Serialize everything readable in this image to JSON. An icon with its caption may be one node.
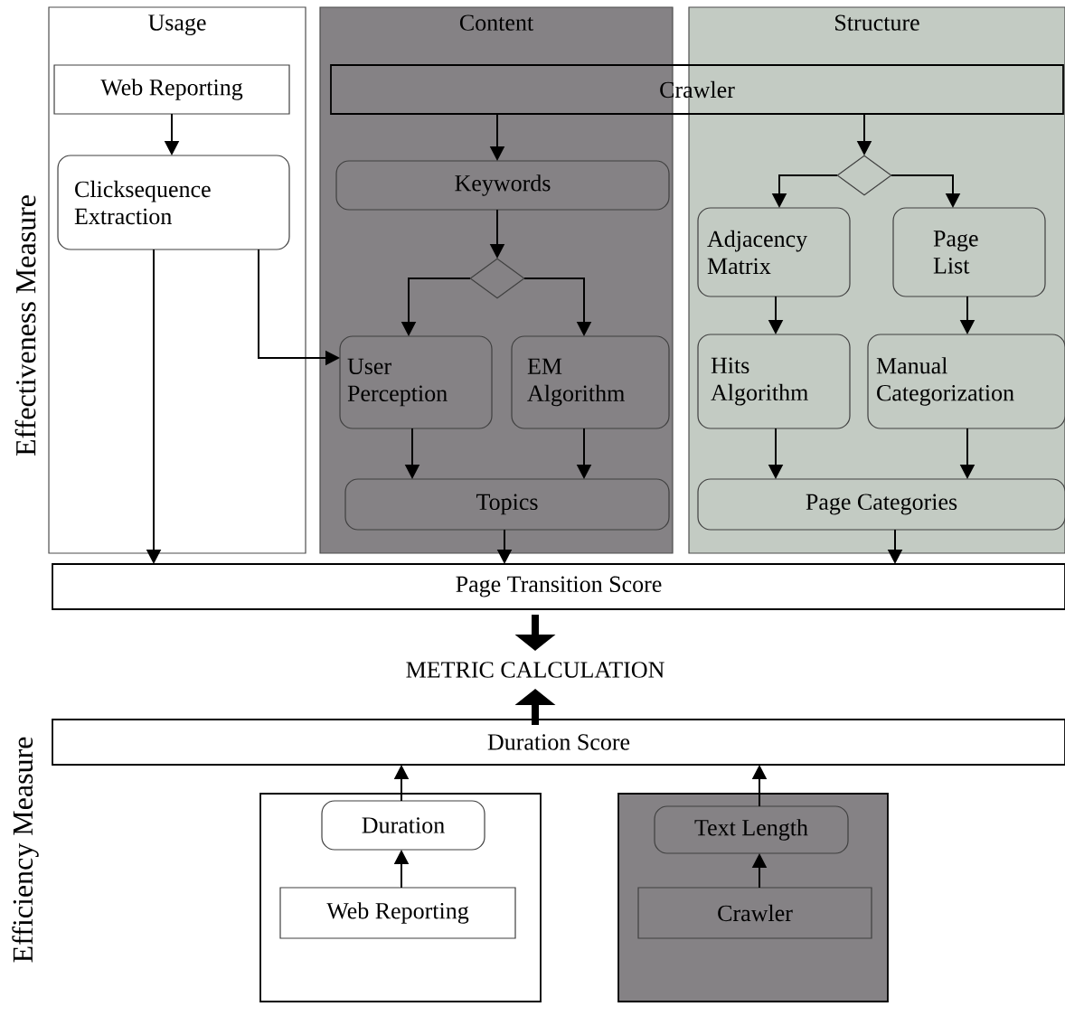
{
  "diagram": {
    "nodes": [
      {
        "text": [
          "Usage"
        ]
      },
      {
        "text": [
          "Content"
        ]
      },
      {
        "text": [
          "Structure"
        ]
      },
      {
        "text": [
          "Web Reporting"
        ],
        "in": 0
      },
      {
        "text": [
          "Clicksequence Extraction"
        ],
        "in": 0
      },
      {
        "text": [
          "Crawler"
        ]
      },
      {
        "text": [
          "Keywords"
        ],
        "in": 1
      },
      {
        "text": [],
        "shape": "diamond",
        "in": 1
      },
      {
        "text": [
          "User Perception"
        ],
        "in": 1
      },
      {
        "text": [
          "EM Algorithm"
        ],
        "in": 1
      },
      {
        "text": [
          "Topics"
        ],
        "in": 1
      },
      {
        "text": [],
        "shape": "diamond",
        "in": 2
      },
      {
        "text": [
          "Adjacency Matrix"
        ],
        "in": 2
      },
      {
        "text": [
          "Page List"
        ],
        "in": 2
      },
      {
        "text": [
          "Hits Algorithm"
        ],
        "in": 2
      },
      {
        "text": [
          "Manual Categorization"
        ],
        "in": 2
      },
      {
        "text": [
          "Page Categories"
        ],
        "in": 2
      },
      {
        "text": [
          "Page Transition Score"
        ]
      },
      {
        "text": [
          "METRIC CALCULATION"
        ]
      },
      {
        "text": [
          "Duration Score"
        ]
      },
      {
        "text": [],
        "shape": "box"
      },
      {
        "text": [
          "Duration"
        ],
        "in": 20
      },
      {
        "text": [
          "Web Reporting"
        ],
        "in": 20
      },
      {
        "text": [],
        "shape": "box"
      },
      {
        "text": [
          "Text Length"
        ],
        "in": 23
      },
      {
        "text": [
          "Crawler"
        ],
        "in": 23
      }
    ],
    "edges": [
      {
        "from": 3,
        "to": 4,
        "arrow": "to"
      },
      {
        "from": 4,
        "to": 17,
        "arrow": "to"
      },
      {
        "from": 4,
        "to": 8,
        "arrow": "to"
      },
      {
        "from": 5,
        "to": 6,
        "arrow": "to"
      },
      {
        "from": 6,
        "to": 7,
        "arrow": "to"
      },
      {
        "from": 7,
        "to": 8,
        "arrow": "to"
      },
      {
        "from": 7,
        "to": 9,
        "arrow": "to"
      },
      {
        "from": 8,
        "to": 10,
        "arrow": "to"
      },
      {
        "from": 9,
        "to": 10,
        "arrow": "to"
      },
      {
        "from": 10,
        "to": 17,
        "arrow": "to"
      },
      {
        "from": 5,
        "to": 11,
        "arrow": "to"
      },
      {
        "from": 11,
        "to": 12,
        "arrow": "to"
      },
      {
        "from": 11,
        "to": 13,
        "arrow": "to"
      },
      {
        "from": 12,
        "to": 14,
        "arrow": "to"
      },
      {
        "from": 13,
        "to": 15,
        "arrow": "to"
      },
      {
        "from": 14,
        "to": 16,
        "arrow": "to"
      },
      {
        "from": 15,
        "to": 16,
        "arrow": "to"
      },
      {
        "from": 16,
        "to": 17,
        "arrow": "to"
      },
      {
        "from": 17,
        "to": 18,
        "arrow": "to",
        "style": "thick"
      },
      {
        "from": 19,
        "to": 18,
        "arrow": "to",
        "style": "thick"
      },
      {
        "from": 21,
        "to": 19,
        "arrow": "to"
      },
      {
        "from": 22,
        "to": 21,
        "arrow": "to"
      },
      {
        "from": 24,
        "to": 19,
        "arrow": "to"
      },
      {
        "from": 25,
        "to": 24,
        "arrow": "to"
      }
    ],
    "labels": [
      "Effectiveness Measure",
      "Efficiency Measure"
    ]
  }
}
